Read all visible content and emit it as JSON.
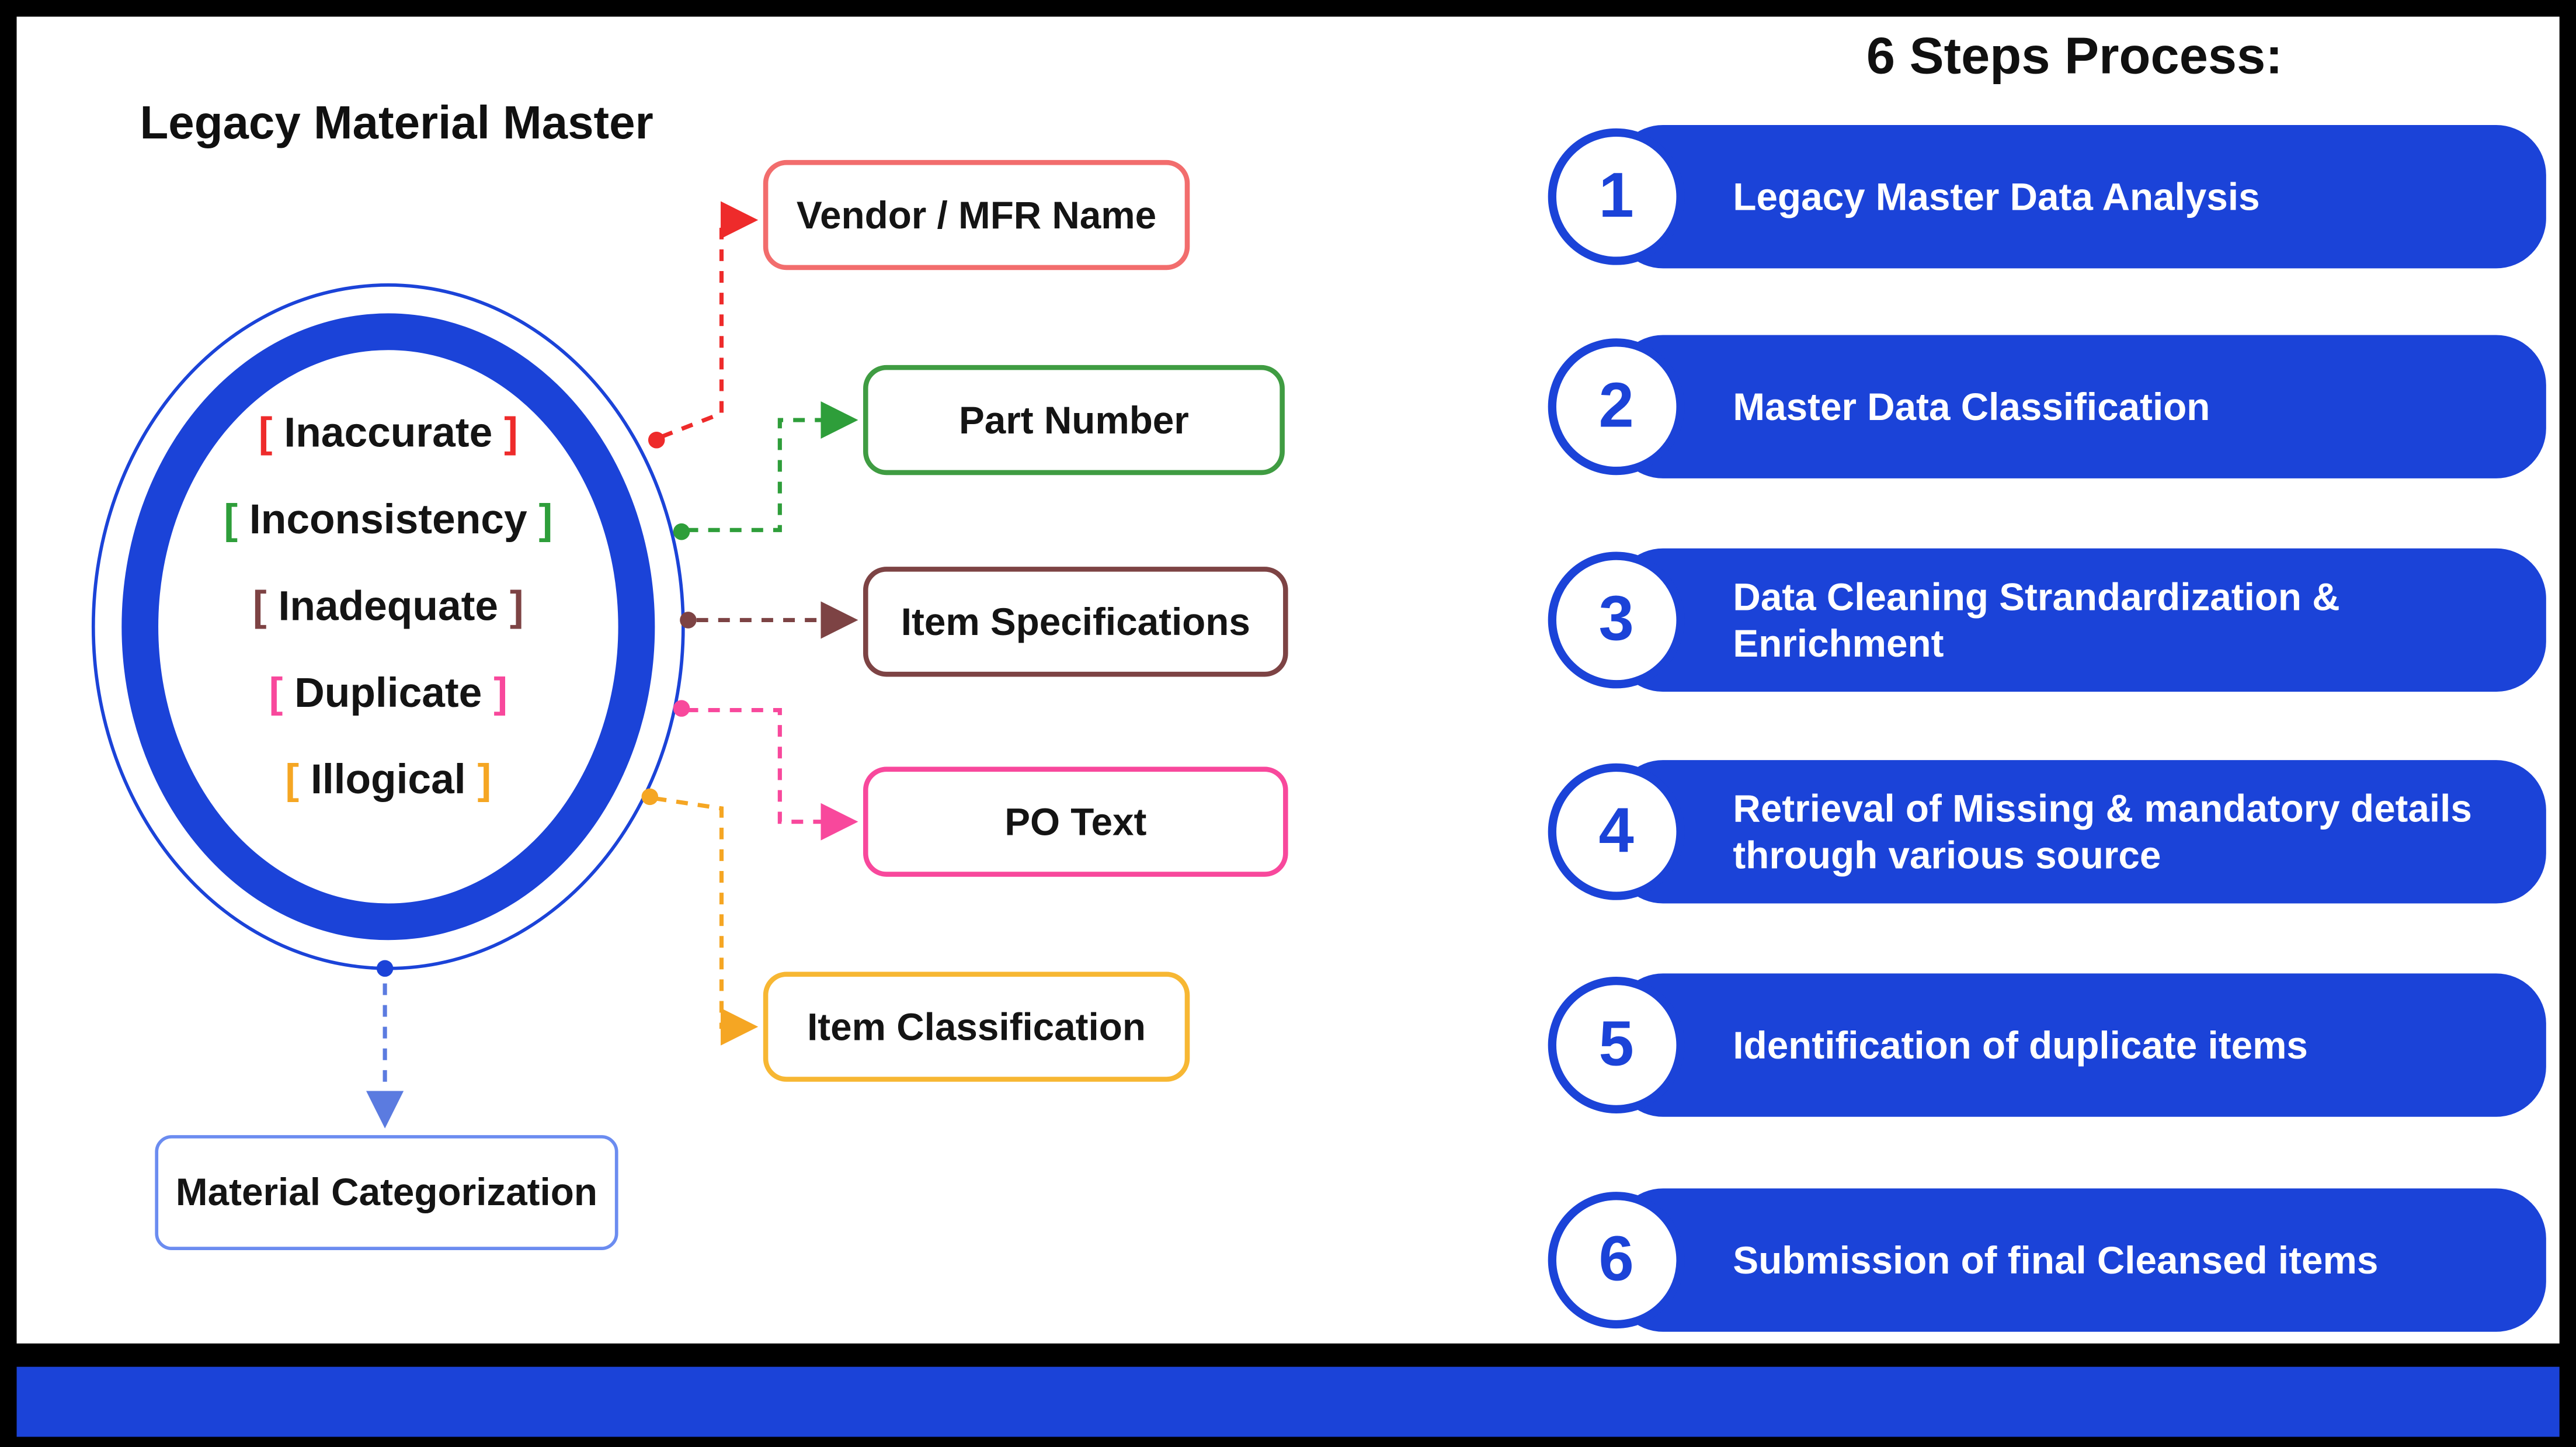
{
  "left": {
    "title": "Legacy Material Master",
    "bracket_open": "[",
    "bracket_close": "]",
    "circle_items": [
      {
        "label": "Inaccurate",
        "color": "#ee2b2b"
      },
      {
        "label": "Inconsistency",
        "color": "#2e9e3a"
      },
      {
        "label": "Inadequate",
        "color": "#7d4344"
      },
      {
        "label": "Duplicate",
        "color": "#f8489c"
      },
      {
        "label": "Illogical",
        "color": "#f5a623"
      }
    ],
    "boxes": [
      {
        "label": "Vendor / MFR Name",
        "color": "#f26d6d"
      },
      {
        "label": "Part Number",
        "color": "#3f9c42"
      },
      {
        "label": "Item Specifications",
        "color": "#7d4344"
      },
      {
        "label": "PO Text",
        "color": "#f8489c"
      },
      {
        "label": "Item Classification",
        "color": "#f7b733"
      },
      {
        "label": "Material Categorization",
        "color": "#6b8cf0"
      }
    ]
  },
  "right": {
    "title": "6 Steps Process:",
    "steps": [
      {
        "number": "1",
        "label": "Legacy Master Data Analysis"
      },
      {
        "number": "2",
        "label": "Master Data Classification"
      },
      {
        "number": "3",
        "label": "Data Cleaning Strandardization & Enrichment"
      },
      {
        "number": "4",
        "label": "Retrieval of Missing & mandatory details through various source"
      },
      {
        "number": "5",
        "label": "Identification of duplicate items"
      },
      {
        "number": "6",
        "label": "Submission of final Cleansed items"
      }
    ]
  },
  "colors": {
    "accent_blue": "#1b43d8",
    "footer_bar": "#1b43d8"
  }
}
